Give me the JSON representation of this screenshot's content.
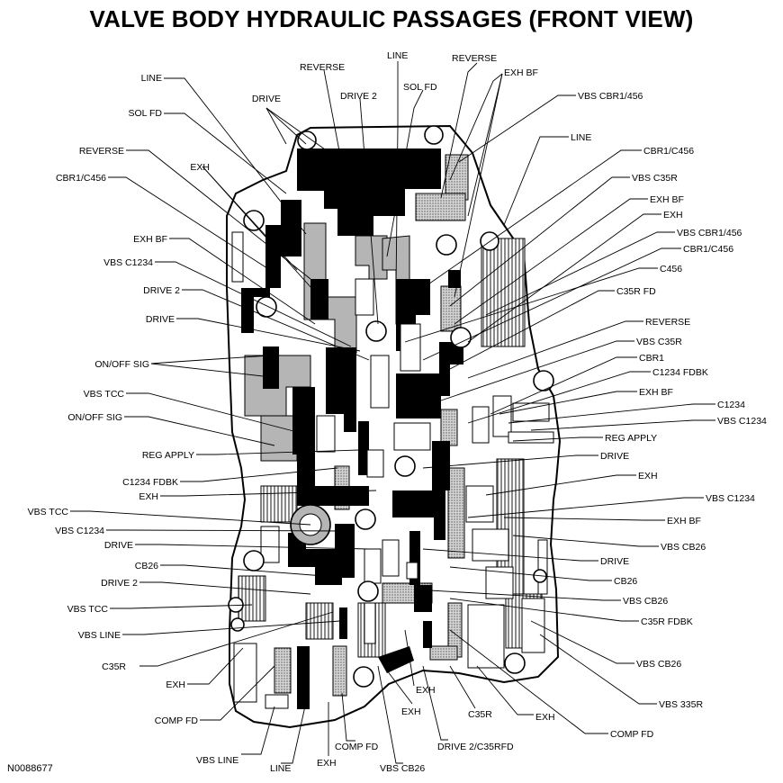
{
  "title": "VALVE BODY HYDRAULIC PASSAGES (FRONT VIEW)",
  "figure_id": "N0088677",
  "colors": {
    "black": "#000000",
    "gray": "#b9b9b9",
    "stipple": "#9a9a9a",
    "hatch": "#7d7d7d",
    "outline": "#000000"
  },
  "labels": {
    "top": [
      "REVERSE",
      "LINE",
      "REVERSE",
      "DRIVE 2",
      "SOL FD",
      "EXH BF"
    ],
    "left": [
      "LINE",
      "DRIVE",
      "SOL FD",
      "REVERSE",
      "EXH",
      "CBR1/C456",
      "EXH BF",
      "VBS C1234",
      "DRIVE 2",
      "DRIVE",
      "ON/OFF SIG",
      "VBS TCC",
      "ON/OFF SIG",
      "REG APPLY",
      "C1234 FDBK",
      "EXH",
      "VBS TCC",
      "VBS C1234",
      "DRIVE",
      "CB26",
      "DRIVE 2",
      "VBS TCC",
      "VBS LINE",
      "C35R",
      "EXH",
      "COMP FD"
    ],
    "right": [
      "VBS CBR1/456",
      "LINE",
      "CBR1/C456",
      "VBS C35R",
      "EXH BF",
      "EXH",
      "VBS CBR1/456",
      "CBR1/C456",
      "C456",
      "C35R FD",
      "REVERSE",
      "VBS C35R",
      "CBR1",
      "C1234 FDBK",
      "EXH BF",
      "C1234",
      "VBS C1234",
      "REG APPLY",
      "DRIVE",
      "EXH",
      "VBS C1234",
      "EXH BF",
      "VBS CB26",
      "DRIVE",
      "CB26",
      "VBS CB26",
      "C35R FDBK",
      "VBS CB26",
      "VBS 335R",
      "COMP FD"
    ],
    "bottom": [
      "EXH",
      "EXH",
      "C35R",
      "EXH",
      "DRIVE 2/C35RFD",
      "COMP FD",
      "VBS LINE",
      "LINE",
      "EXH",
      "VBS CB26"
    ]
  }
}
